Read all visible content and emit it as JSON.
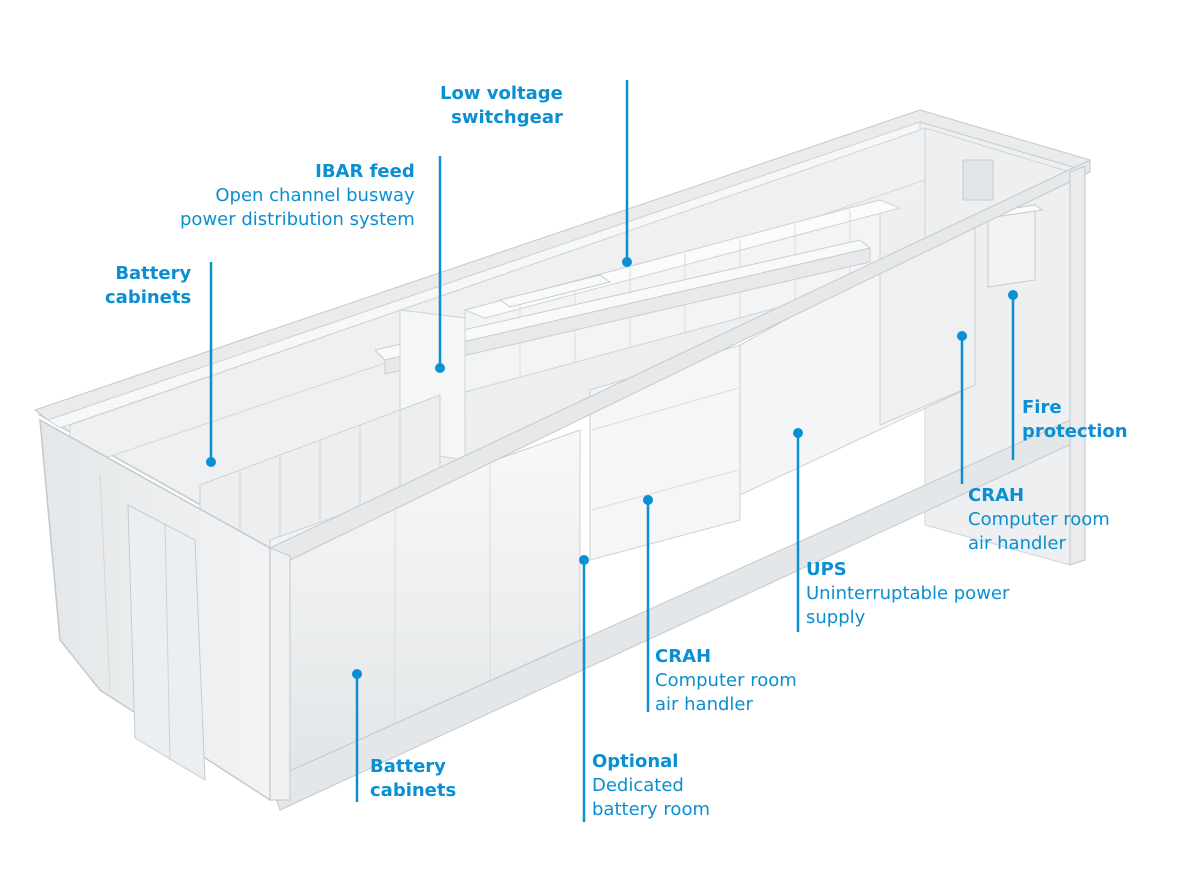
{
  "callouts": {
    "lv_switchgear": {
      "title": "Low voltage switchgear",
      "title_lines": [
        "Low voltage",
        "switchgear"
      ]
    },
    "ibar_feed": {
      "title": "IBAR feed",
      "desc_lines": [
        "Open channel busway",
        "power distribution system"
      ]
    },
    "battery_top": {
      "title_lines": [
        "Battery",
        "cabinets"
      ]
    },
    "fire_protection": {
      "title_lines": [
        "Fire",
        "protection"
      ]
    },
    "crah_right": {
      "title": "CRAH",
      "desc_lines": [
        "Computer room",
        "air handler"
      ]
    },
    "ups": {
      "title": "UPS",
      "desc_lines": [
        "Uninterruptable power",
        "supply"
      ]
    },
    "crah_mid": {
      "title": "CRAH",
      "desc_lines": [
        "Computer room",
        "air handler"
      ]
    },
    "battery_bottom": {
      "title_lines": [
        "Battery",
        "cabinets"
      ]
    },
    "optional_room": {
      "title": "Optional",
      "desc_lines": [
        "Dedicated",
        "battery room"
      ]
    }
  },
  "colors": {
    "accent": "#0a8fd2",
    "panel_light": "#f4f5f6",
    "panel_mid": "#e9ebec",
    "panel_dark": "#d7dadc",
    "edge": "#c9cdd0"
  }
}
